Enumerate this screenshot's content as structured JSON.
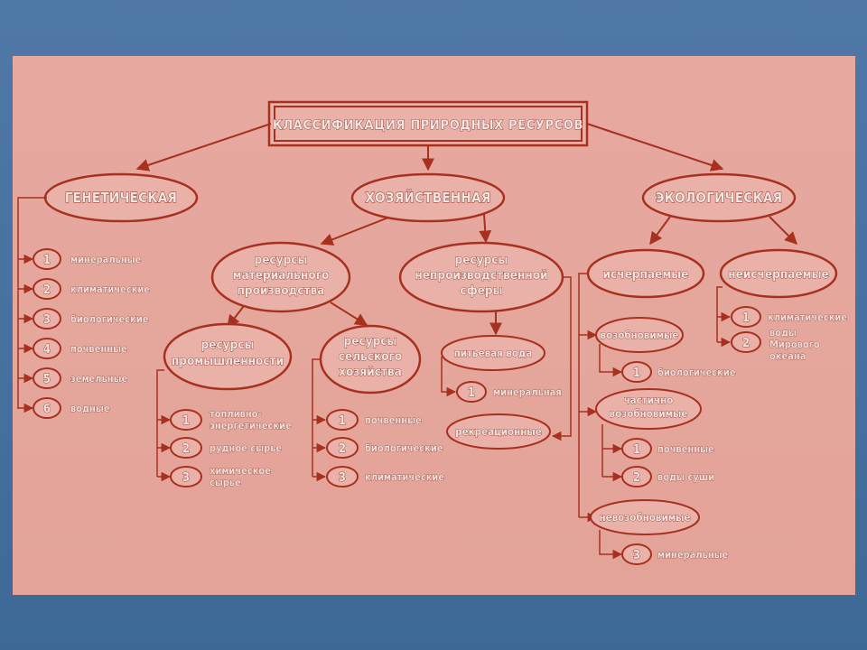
{
  "title": "КЛАССИФИКАЦИЯ ПРИРОДНЫХ РЕСУРСОВ",
  "genetic": {
    "label": "ГЕНЕТИЧЕСКАЯ",
    "items": [
      {
        "num": "1",
        "label": "минеральные"
      },
      {
        "num": "2",
        "label": "климатические"
      },
      {
        "num": "3",
        "label": "биологические"
      },
      {
        "num": "4",
        "label": "почвенные"
      },
      {
        "num": "5",
        "label": "земельные"
      },
      {
        "num": "6",
        "label": "водные"
      }
    ]
  },
  "economic": {
    "label": "ХОЗЯЙСТВЕННАЯ",
    "material": {
      "label": [
        "ресурсы",
        "материального",
        "производства"
      ],
      "industry": {
        "label": [
          "ресурсы",
          "промышленности"
        ],
        "items": [
          {
            "num": "1",
            "label": [
              "топливно-",
              "энергетические"
            ]
          },
          {
            "num": "2",
            "label": [
              "рудное сырье"
            ]
          },
          {
            "num": "3",
            "label": [
              "химическое",
              "сырье"
            ]
          }
        ]
      },
      "agriculture": {
        "label": [
          "ресурсы",
          "сельского",
          "хозяйства"
        ],
        "items": [
          {
            "num": "1",
            "label": "почвенные"
          },
          {
            "num": "2",
            "label": "биологические"
          },
          {
            "num": "3",
            "label": "климатические"
          }
        ]
      }
    },
    "nonproduction": {
      "label": [
        "ресурсы",
        "непроизводственной",
        "сферы"
      ],
      "drinking_water": "питьевая вода",
      "drinking_item": {
        "num": "1",
        "label": "минеральная"
      },
      "recreational": "рекреационные"
    }
  },
  "ecological": {
    "label": "ЭКОЛОГИЧЕСКАЯ",
    "exhaustible": {
      "label": "исчерпаемые",
      "renewable": {
        "label": "возобновимые",
        "items": [
          {
            "num": "1",
            "label": "биологические"
          }
        ]
      },
      "partly_renewable": {
        "label": [
          "частично",
          "возобновимые"
        ],
        "items": [
          {
            "num": "1",
            "label": "почвенные"
          },
          {
            "num": "2",
            "label": "воды суши"
          }
        ]
      },
      "nonrenewable": {
        "label": "невозобновимые",
        "items": [
          {
            "num": "3",
            "label": "минеральные"
          }
        ]
      }
    },
    "inexhaustible": {
      "label": "неисчерпаемые",
      "items": [
        {
          "num": "1",
          "label": [
            "климатические"
          ]
        },
        {
          "num": "2",
          "label": [
            "воды",
            "Мирового",
            "океана"
          ]
        }
      ]
    }
  },
  "colors": {
    "line": "#a7301f",
    "node_fill": "#eab1a8",
    "panel": "#e5a69c",
    "background": "#4a74a3"
  }
}
